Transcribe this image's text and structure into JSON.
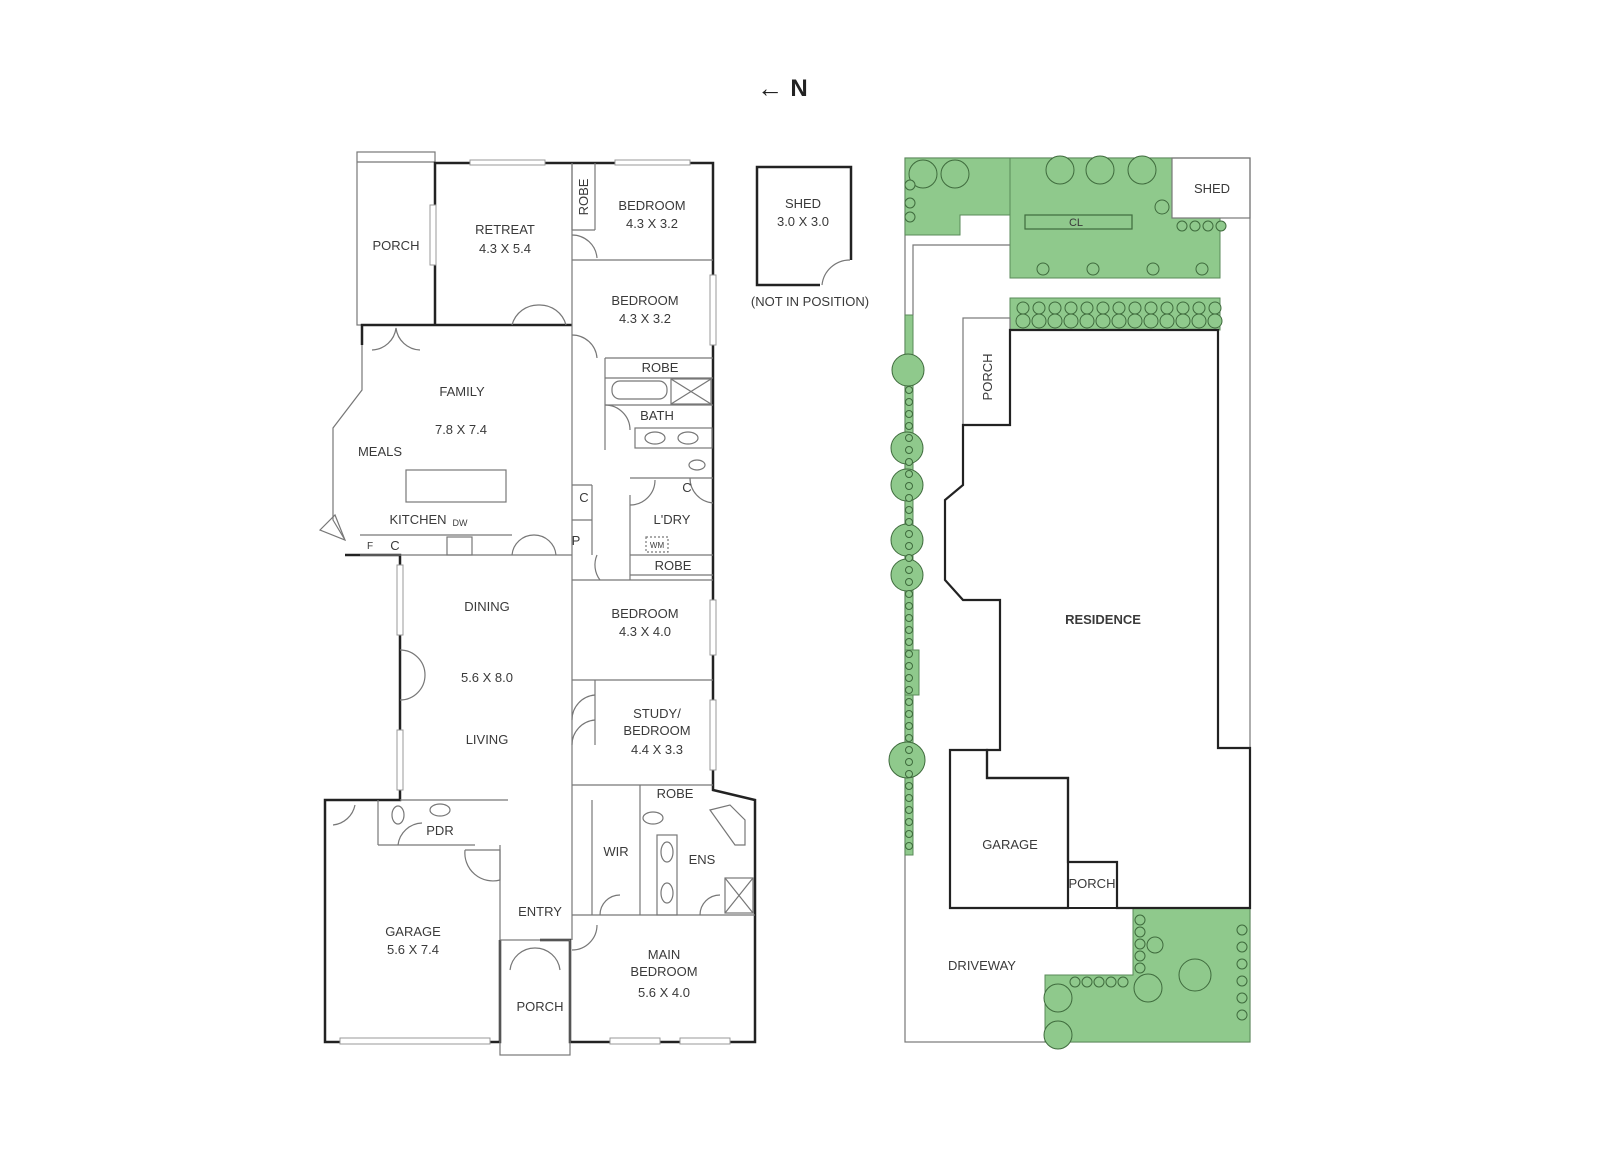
{
  "north": {
    "arrow": "←",
    "label": "N"
  },
  "floor_plan": {
    "rooms": {
      "porch_rear": "PORCH",
      "retreat": "RETREAT",
      "retreat_dim": "4.3 X 5.4",
      "robe_1": "ROBE",
      "bedroom_1": "BEDROOM",
      "bedroom_1_dim": "4.3 X 3.2",
      "bedroom_2": "BEDROOM",
      "bedroom_2_dim": "4.3 X 3.2",
      "robe_2": "ROBE",
      "bath": "BATH",
      "family": "FAMILY",
      "family_dim": "7.8 X 7.4",
      "meals": "MEALS",
      "kitchen": "KITCHEN",
      "dw": "DW",
      "fridge": "F",
      "cupboard_kitchen": "C",
      "cupboard_1": "C",
      "pantry": "P",
      "cupboard_2": "C",
      "laundry": "L'DRY",
      "wm": "WM",
      "robe_3": "ROBE",
      "dining": "DINING",
      "dining_dim": "5.6 X 8.0",
      "living": "LIVING",
      "bedroom_3": "BEDROOM",
      "bedroom_3_dim": "4.3 X 4.0",
      "study_1": "STUDY/",
      "study_2": "BEDROOM",
      "study_dim": "4.4 X 3.3",
      "robe_4": "ROBE",
      "pdr": "PDR",
      "wir": "WIR",
      "ens": "ENS",
      "entry": "ENTRY",
      "garage": "GARAGE",
      "garage_dim": "5.6 X 7.4",
      "main_bedroom_1": "MAIN",
      "main_bedroom_2": "BEDROOM",
      "main_bedroom_dim": "5.6 X 4.0",
      "porch_front": "PORCH"
    },
    "shed": {
      "label": "SHED",
      "dim": "3.0 X 3.0",
      "note": "(NOT IN POSITION)"
    }
  },
  "site_plan": {
    "shed": "SHED",
    "cl": "CL",
    "porch_side": "PORCH",
    "residence": "RESIDENCE",
    "garage": "GARAGE",
    "porch_front": "PORCH",
    "driveway": "DRIVEWAY"
  },
  "colors": {
    "garden": "#8fc98c",
    "wall": "#222222"
  }
}
